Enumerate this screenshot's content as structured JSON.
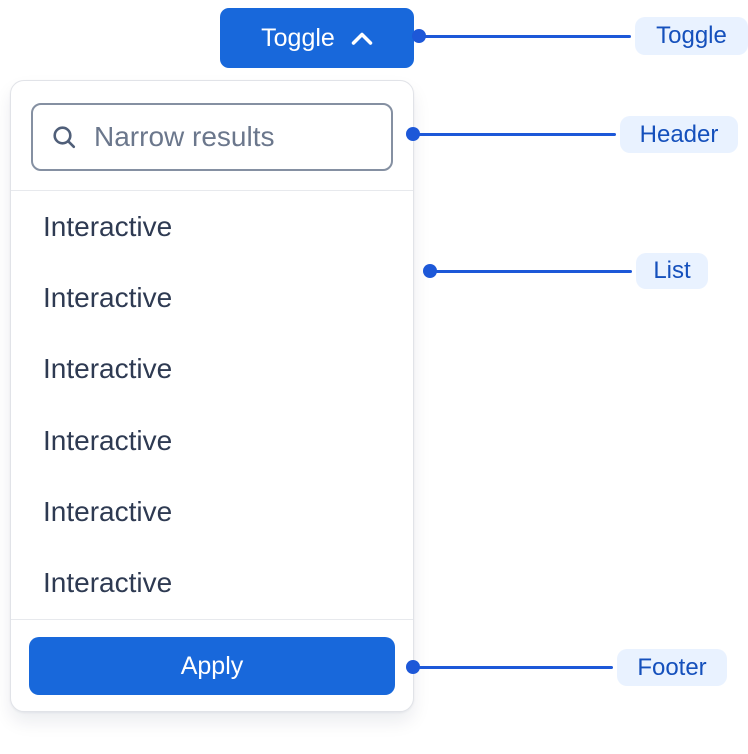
{
  "toggle_button": {
    "label": "Toggle",
    "icon": "chevron-up-icon"
  },
  "popup": {
    "header": {
      "search_placeholder": "Narrow results",
      "search_value": "",
      "search_icon": "magnifying-glass-icon"
    },
    "list_items": [
      "Interactive",
      "Interactive",
      "Interactive",
      "Interactive",
      "Interactive",
      "Interactive"
    ],
    "footer": {
      "apply_label": "Apply"
    }
  },
  "annotations": {
    "toggle": "Toggle",
    "header": "Header",
    "list": "List",
    "footer": "Footer"
  },
  "colors": {
    "brand_blue": "#1868DB",
    "button_text": "#FFFFFF",
    "annotation_line": "#1D58D8",
    "annotation_text": "#1550BC",
    "annotation_pill_bg": "#E9F2FF",
    "panel_border": "#E1E3E8",
    "divider": "#E7E9ED",
    "input_border": "#8590A2",
    "placeholder_text": "#6B778C",
    "item_text": "#2E3A52"
  }
}
